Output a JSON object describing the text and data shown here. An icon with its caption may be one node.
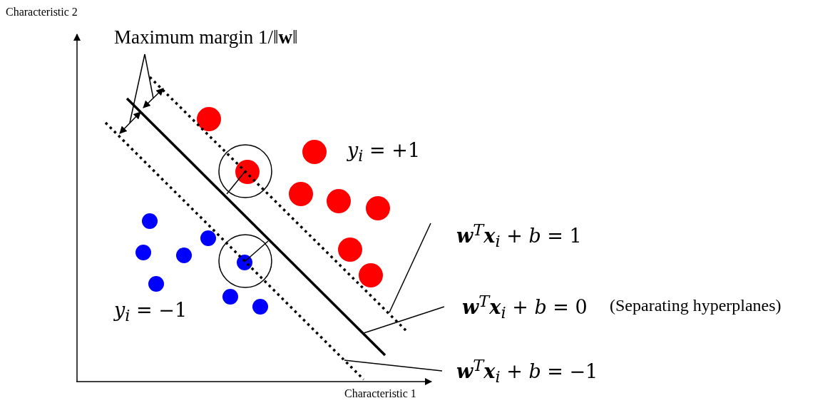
{
  "diagram": {
    "nodes": [
      {
        "text": [
          "Maximum margin 1/‖**w**‖"
        ]
      },
      {
        "text": [],
        "shape": "line"
      },
      {
        "text": [],
        "shape": "line"
      },
      {
        "text": [],
        "shape": "line"
      },
      {
        "text": [
          "**w**$^{T}$**x**$_{i}$ + *b* = 1"
        ]
      },
      {
        "text": [
          "**w**$^{T}$**x**$_{i}$ + *b* = 0"
        ],
        "beside": [
          "(Separating hyperplanes)"
        ]
      },
      {
        "text": [
          "**w**$^{T}$**x**$_{i}$ + *b* = −1"
        ]
      },
      {
        "text": [],
        "shape": "arrow"
      },
      {
        "text": [],
        "shape": "arrow"
      }
    ],
    "edges": [
      {
        "from": 0,
        "to": 7,
        "arrow": "none"
      },
      {
        "from": 0,
        "to": 8,
        "arrow": "none"
      },
      {
        "from": 4,
        "to": 1,
        "arrow": "none"
      },
      {
        "from": 5,
        "to": 2,
        "arrow": "none"
      },
      {
        "from": 6,
        "to": 3,
        "arrow": "none"
      }
    ],
    "labels": [
      "Characteristic 2",
      "*y*$_{i}$ = +1",
      "*y*$_{i}$ = −1",
      "Characteristic 1"
    ]
  }
}
